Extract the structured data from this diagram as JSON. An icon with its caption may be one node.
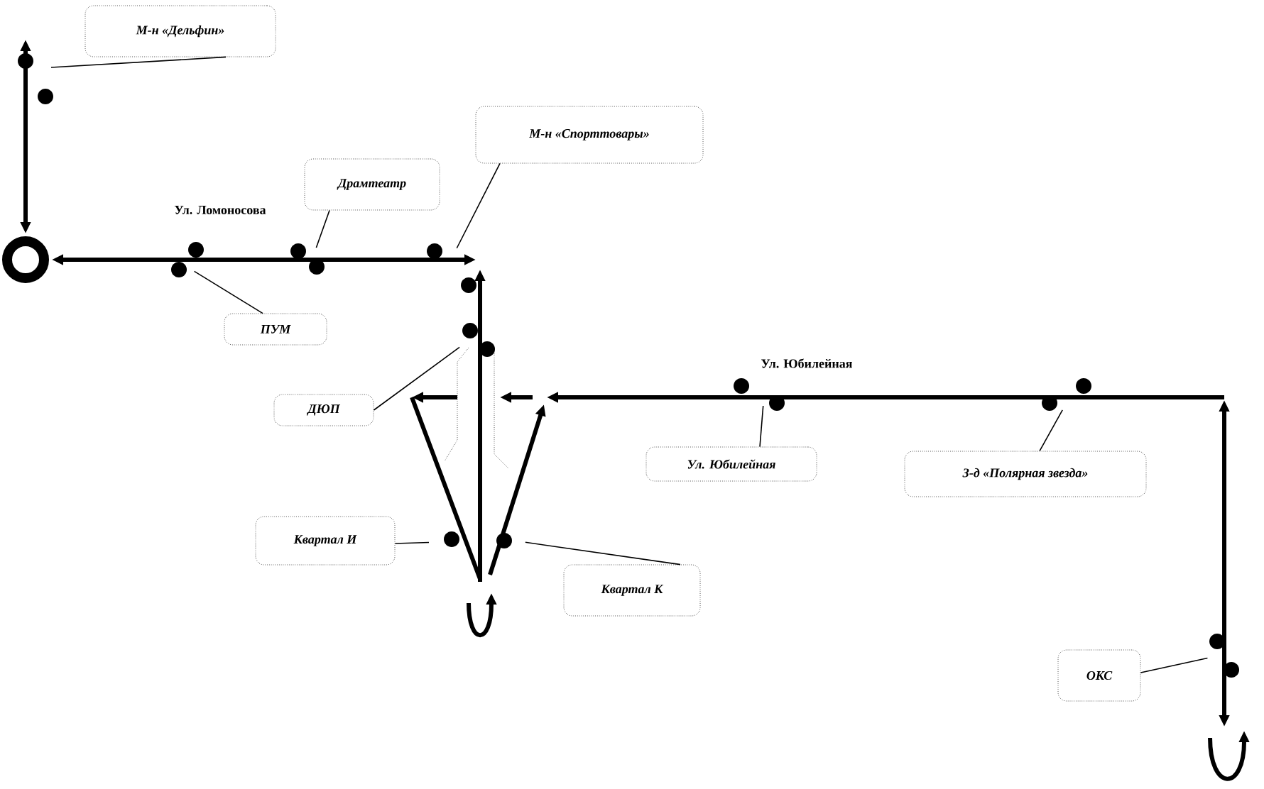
{
  "diagram": {
    "nodes": [
      {
        "text": [
          "М-н «Дельфин»"
        ]
      },
      {
        "text": [],
        "shape": "circle"
      },
      {
        "text": [
          "Драмтеатр"
        ]
      },
      {
        "text": [
          "М-н «Спорттовары»"
        ]
      },
      {
        "text": [
          "ПУМ"
        ]
      },
      {
        "text": [
          "ДЮП"
        ]
      },
      {
        "text": [
          "Квартал И"
        ]
      },
      {
        "text": [
          "Квартал К"
        ]
      },
      {
        "text": [
          "Ул. Юбилейная"
        ]
      },
      {
        "text": [
          "З-д «Полярная звезда»"
        ]
      },
      {
        "text": [
          "ОКС"
        ]
      }
    ],
    "edges": [
      {
        "from": 0,
        "to": null,
        "arrow": "none"
      },
      {
        "from": 2,
        "to": null,
        "arrow": "none"
      },
      {
        "from": 3,
        "to": null,
        "arrow": "none"
      },
      {
        "from": 4,
        "to": null,
        "arrow": "none"
      },
      {
        "from": 5,
        "to": null,
        "arrow": "none"
      },
      {
        "from": 6,
        "to": null,
        "arrow": "none"
      },
      {
        "from": 7,
        "to": null,
        "arrow": "none"
      },
      {
        "from": 8,
        "to": null,
        "arrow": "none"
      },
      {
        "from": 9,
        "to": null,
        "arrow": "none"
      },
      {
        "from": 10,
        "to": null,
        "arrow": "none"
      },
      {
        "from": null,
        "to": 1,
        "arrow": "both",
        "style": "thick"
      },
      {
        "from": null,
        "to": 1,
        "arrow": "both",
        "style": "thick"
      }
    ],
    "labels": [
      "Ул. Ломоносова",
      "Ул. Юбилейная"
    ]
  }
}
